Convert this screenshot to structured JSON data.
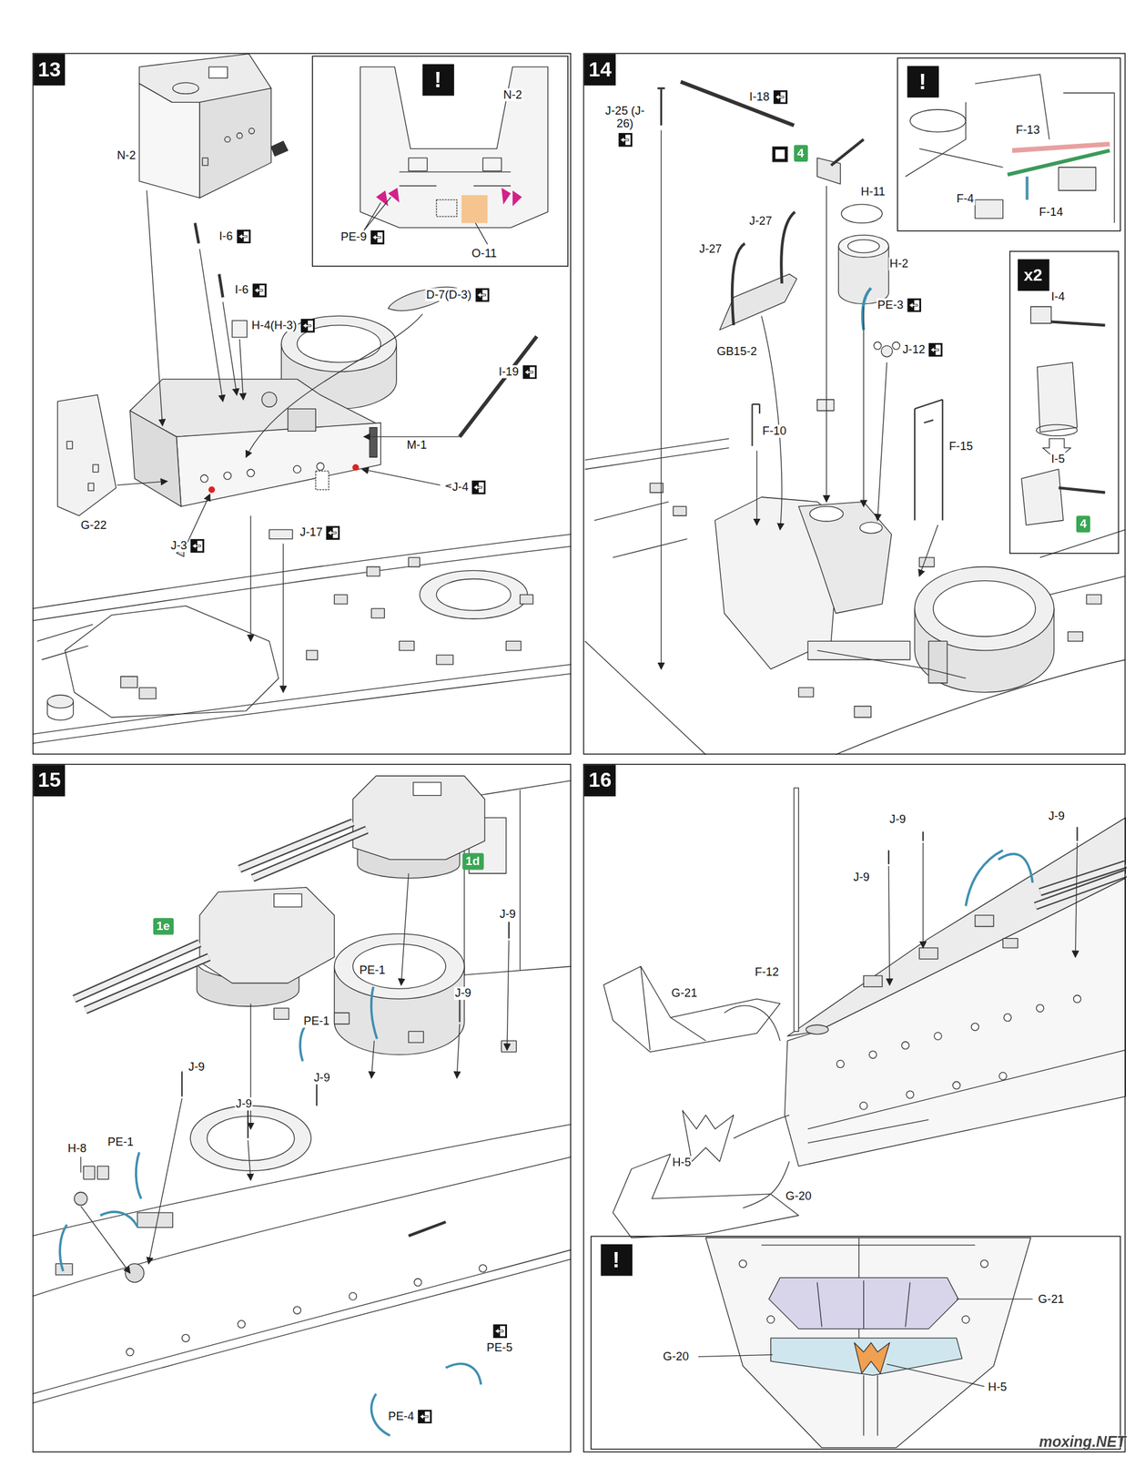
{
  "diagram": {
    "nodes": [
      {
        "text": [
          "13"
        ]
      },
      {
        "text": [
          "!"
        ],
        "in": 0
      },
      {
        "text": [
          "14"
        ]
      },
      {
        "text": [
          "4"
        ],
        "in": 2
      },
      {
        "text": [
          "!"
        ],
        "in": 2
      },
      {
        "text": [
          "x2"
        ],
        "in": 2
      },
      {
        "text": [
          "4"
        ],
        "in": 5
      },
      {
        "text": [
          "15"
        ]
      },
      {
        "text": [
          "1d"
        ],
        "in": 7
      },
      {
        "text": [
          "1e"
        ],
        "in": 7
      },
      {
        "text": [
          "16"
        ]
      },
      {
        "text": [
          "!"
        ],
        "in": 10
      }
    ],
    "labels": [
      "N-2",
      "N-2",
      "PE-9",
      "O-11",
      "I-6",
      "I-6",
      "H-4(H-3)",
      "D-7(D-3)",
      "I-19",
      "M-1",
      "J-4",
      "G-22",
      "J-3",
      "J-17",
      "J-25 (J-26)",
      "I-18",
      "H-11",
      "J-27",
      "J-27",
      "H-2",
      "GB15-2",
      "PE-3",
      "J-12",
      "F-10",
      "F-15",
      "F-13",
      "F-4",
      "F-14",
      "I-4",
      "I-5",
      "J-9",
      "PE-1",
      "J-9",
      "PE-1",
      "J-9",
      "J-9",
      "J-9",
      "PE-1",
      "H-8",
      "PE-5",
      "PE-4",
      "J-9",
      "J-9",
      "J-9",
      "F-12",
      "G-21",
      "H-5",
      "G-20",
      "G-21",
      "G-20",
      "H-5",
      "moxing.NET"
    ]
  }
}
